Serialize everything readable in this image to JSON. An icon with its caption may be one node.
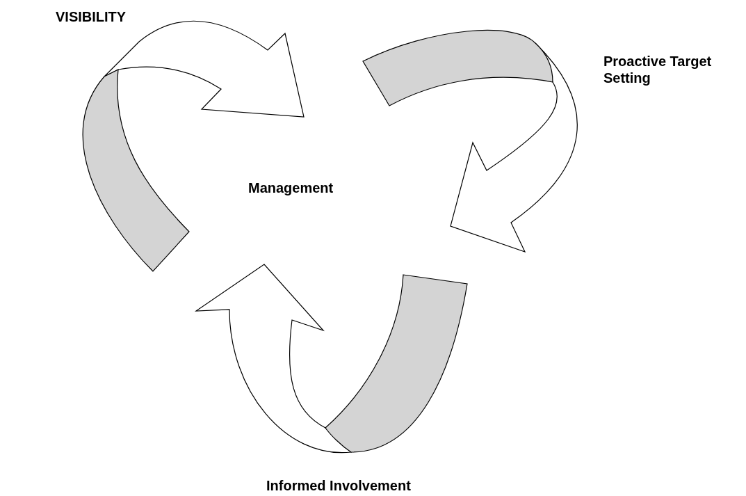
{
  "diagram": {
    "labels": [
      "VISIBILITY",
      "Proactive Target Setting",
      "Management",
      "Informed Involvement"
    ]
  }
}
